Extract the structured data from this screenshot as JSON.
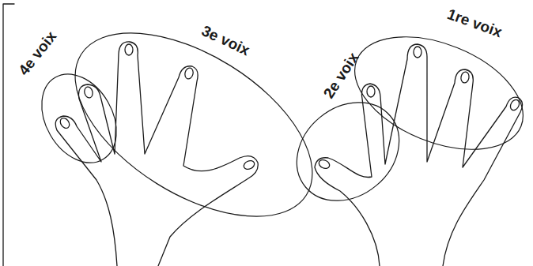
{
  "diagram": {
    "nodes": [
      {
        "text": [
          "4e voix"
        ]
      },
      {
        "text": [
          "3e voix"
        ]
      },
      {
        "text": [
          "2e voix"
        ]
      },
      {
        "text": [
          "1re voix"
        ]
      }
    ]
  }
}
